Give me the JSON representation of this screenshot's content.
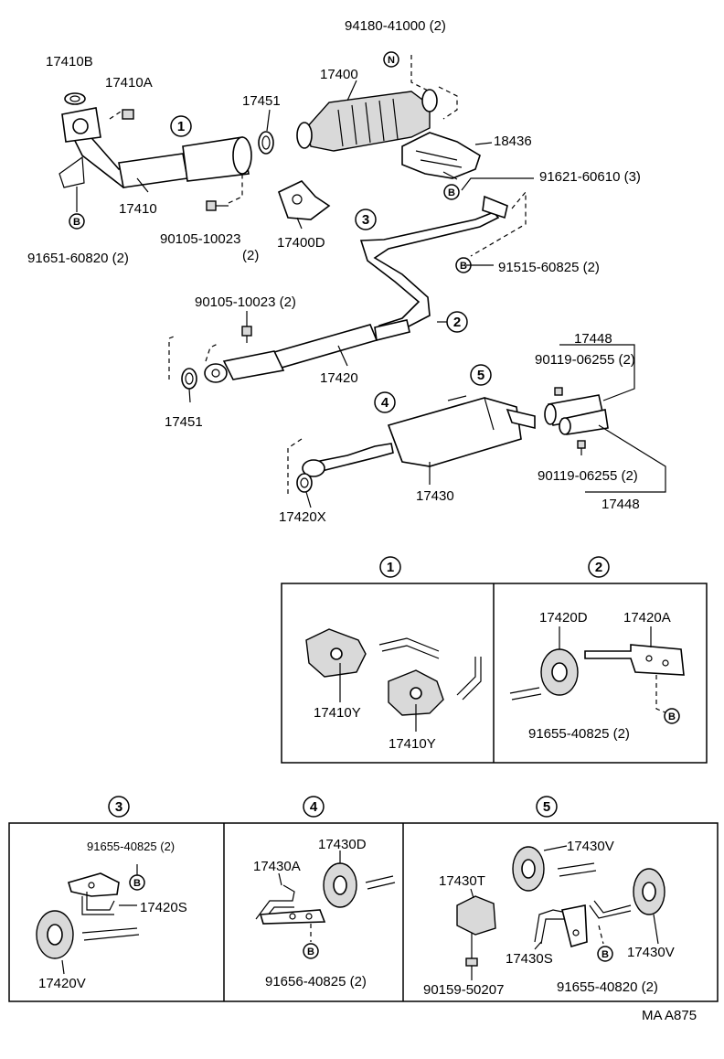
{
  "labels": {
    "p94180": "94180-41000 (2)",
    "p17410B": "17410B",
    "p17410A": "17410A",
    "p17400": "17400",
    "p17451a": "17451",
    "p18436": "18436",
    "p91621": "91621-60610 (3)",
    "p17410": "17410",
    "p90105a": "90105-10023",
    "p90105a_qty": "(2)",
    "p17400D": "17400D",
    "p91651": "91651-60820 (2)",
    "p91515": "91515-60825 (2)",
    "p90105b": "90105-10023 (2)",
    "p17420": "17420",
    "p17451b": "17451",
    "p17448a": "17448",
    "p90119a": "90119-06255 (2)",
    "p17430": "17430",
    "p17420X": "17420X",
    "p90119b": "90119-06255 (2)",
    "p17448b": "17448",
    "d1_17410Y_a": "17410Y",
    "d1_17410Y_b": "17410Y",
    "d2_17420D": "17420D",
    "d2_17420A": "17420A",
    "d2_91655": "91655-40825 (2)",
    "d3_91655": "91655-40825 (2)",
    "d3_17420S": "17420S",
    "d3_17420V": "17420V",
    "d4_17430D": "17430D",
    "d4_17430A": "17430A",
    "d4_91656": "91656-40825 (2)",
    "d5_17430V_a": "17430V",
    "d5_17430T": "17430T",
    "d5_17430S": "17430S",
    "d5_91655": "91655-40820 (2)",
    "d5_17430V_b": "17430V",
    "d5_90159": "90159-50207",
    "ref_code": "MA A875"
  },
  "markers": {
    "one": "1",
    "two": "2",
    "three": "3",
    "four": "4",
    "five": "5",
    "bolt": "B",
    "nut": "N"
  }
}
